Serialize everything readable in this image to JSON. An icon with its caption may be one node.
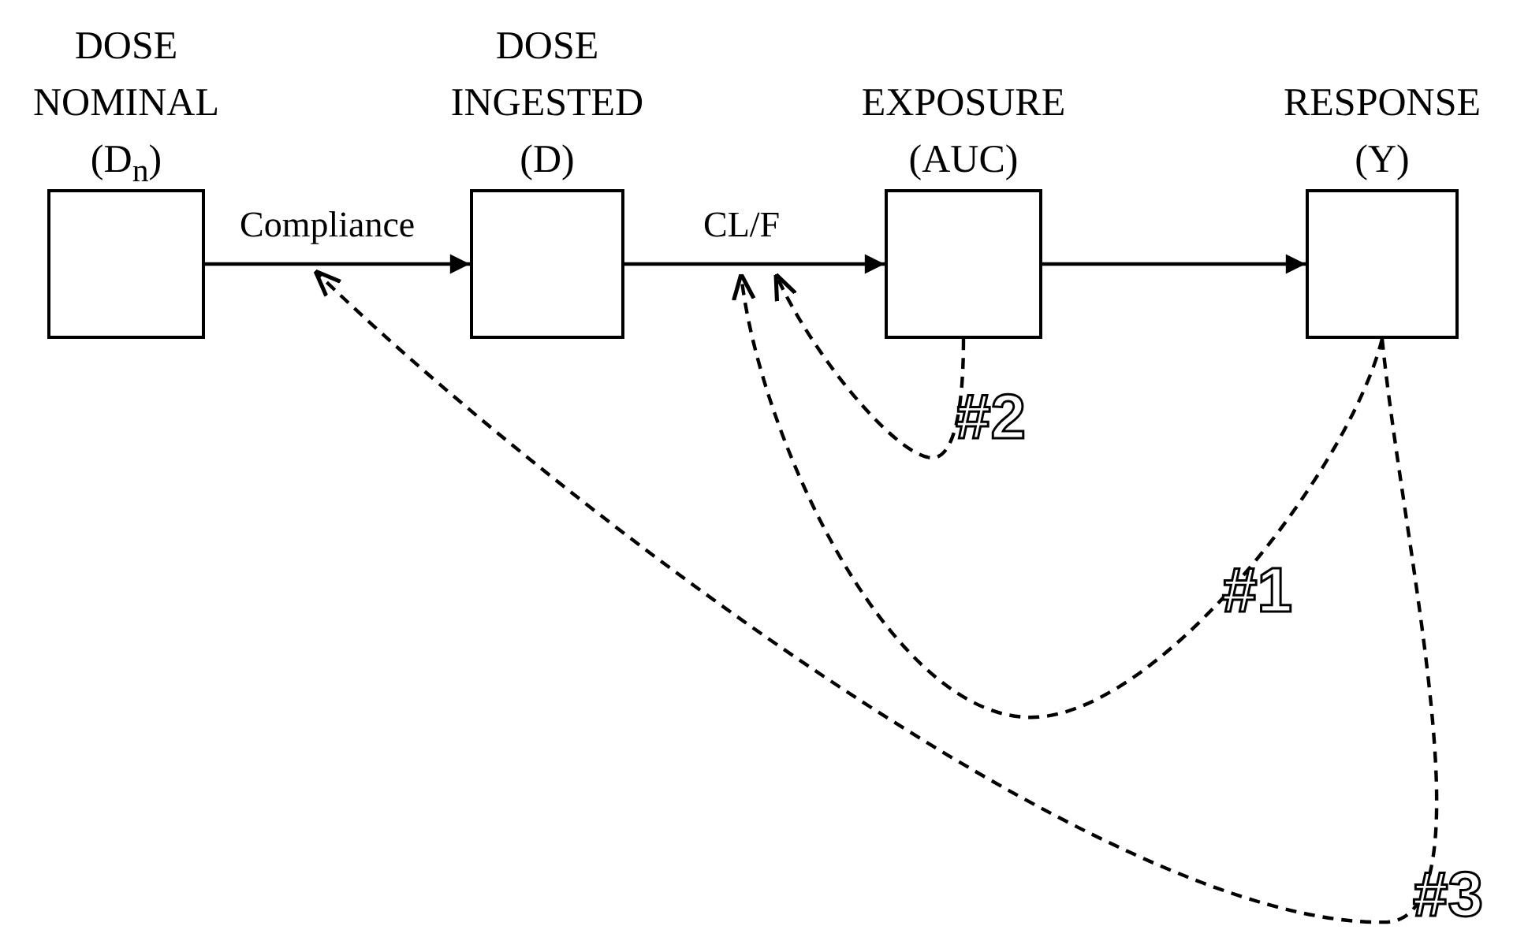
{
  "diagram": {
    "nodes": [
      {
        "text": [
          "DOSE NOMINAL",
          "(D$_{n}$)"
        ]
      },
      {
        "text": [
          "DOSE INGESTED",
          "(D)"
        ]
      },
      {
        "text": [
          "EXPOSURE",
          "(AUC)"
        ]
      },
      {
        "text": [
          "RESPONSE",
          "(Y)"
        ]
      }
    ],
    "edges": [
      {
        "from": 0,
        "to": 1,
        "arrow": "to",
        "label": "Compliance"
      },
      {
        "from": 1,
        "to": 2,
        "arrow": "to",
        "label": "CL/F"
      },
      {
        "from": 2,
        "to": 3,
        "arrow": "to"
      },
      {
        "from": 3,
        "to": null,
        "arrow": "to",
        "style": "dashed",
        "label": "#1"
      },
      {
        "from": 2,
        "to": null,
        "arrow": "to",
        "style": "dashed",
        "label": "#2"
      },
      {
        "from": 3,
        "to": null,
        "arrow": "to",
        "style": "dashed",
        "label": "#3"
      }
    ]
  }
}
